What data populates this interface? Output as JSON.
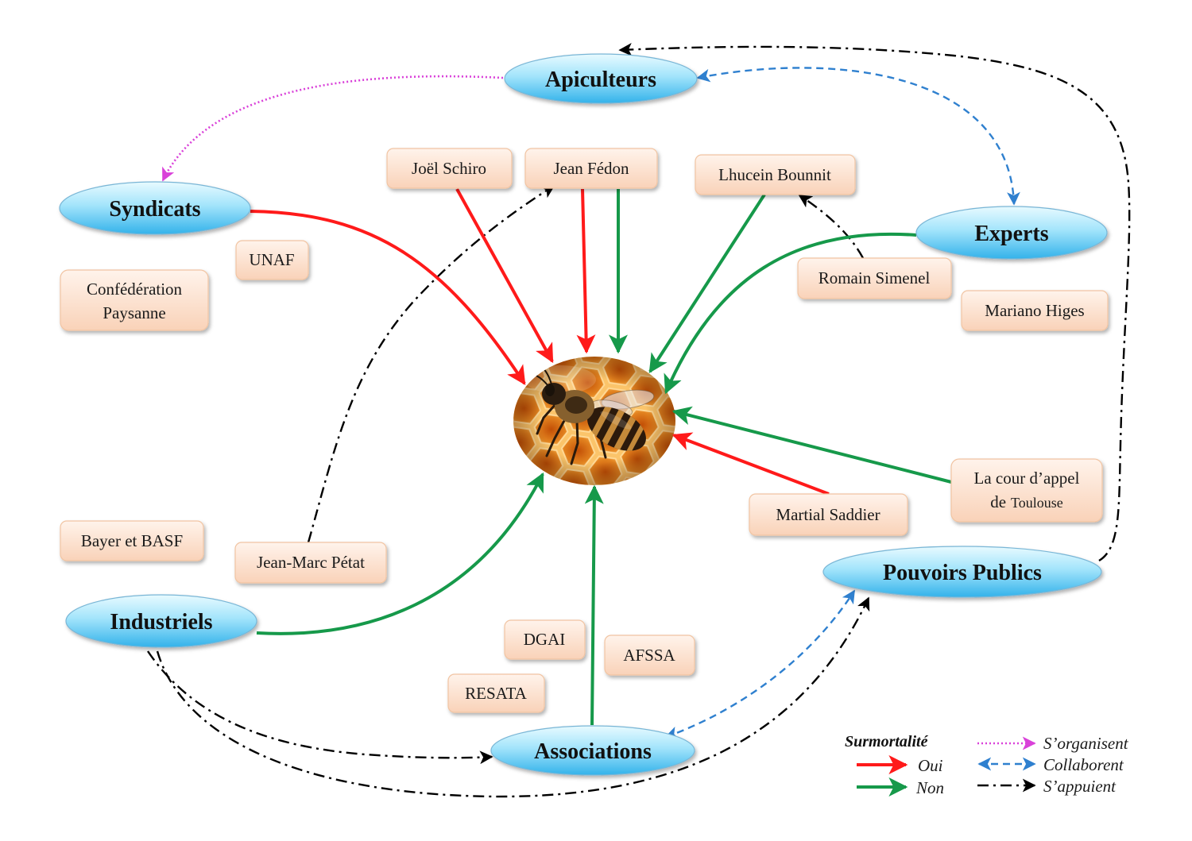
{
  "actors": {
    "apiculteurs": "Apiculteurs",
    "syndicats": "Syndicats",
    "experts": "Experts",
    "industriels": "Industriels",
    "pouvoirs_publics": "Pouvoirs Publics",
    "associations": "Associations"
  },
  "stakeholders": {
    "joel_schiro": "Joël Schiro",
    "jean_fedon": "Jean Fédon",
    "lhucein_bounnit": "Lhucein Bounnit",
    "unaf": "UNAF",
    "confederation_paysanne": [
      "Confédération",
      "Paysanne"
    ],
    "romain_simenel": "Romain Simenel",
    "mariano_higes": "Mariano Higes",
    "cour_appel": {
      "line1": "La cour d’appel",
      "line2_prefix": "de",
      "line2_place": "Toulouse"
    },
    "martial_saddier": "Martial Saddier",
    "bayer_basf": "Bayer et BASF",
    "jean_marc_petat": "Jean-Marc Pétat",
    "dgai": "DGAI",
    "afssa": "AFSSA",
    "resata": "RESATA"
  },
  "center": {
    "icon": "bee-on-honeycomb-image"
  },
  "legend": {
    "title": "Surmortalité",
    "oui": "Oui",
    "non": "Non",
    "organisent": "S’organisent",
    "collaborent": "Collaborent",
    "appuient": "S’appuient"
  },
  "colors": {
    "oui": "#ff1a1a",
    "non": "#16994a",
    "organisent": "#d941d9",
    "collaborent": "#2f80cf",
    "appuient": "#000000"
  }
}
